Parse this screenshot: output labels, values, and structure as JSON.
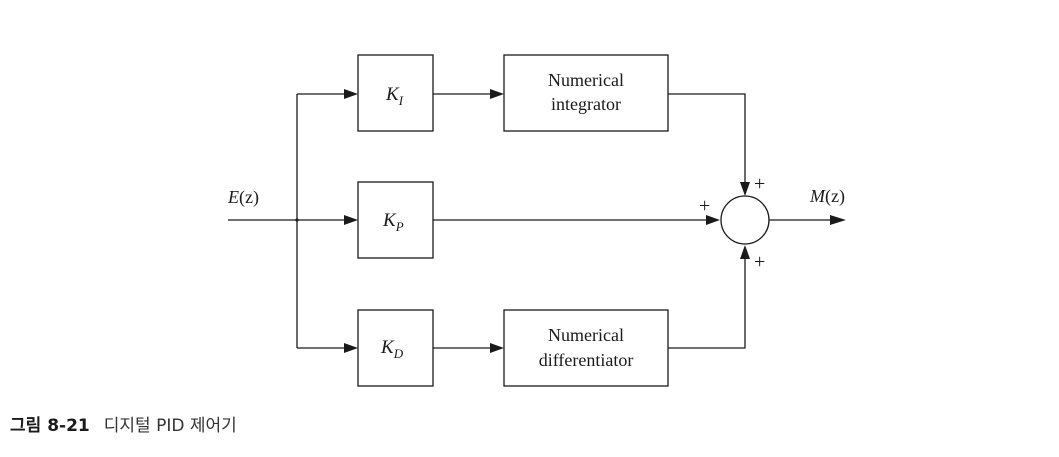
{
  "caption": {
    "label": "그림 8-21",
    "title": "디지털 PID 제어기"
  },
  "signals": {
    "input": {
      "name": "E",
      "arg": "(z)"
    },
    "output": {
      "name": "M",
      "arg": "(z)"
    }
  },
  "blocks": {
    "ki": {
      "gain": "K",
      "sub": "I"
    },
    "kp": {
      "gain": "K",
      "sub": "P"
    },
    "kd": {
      "gain": "K",
      "sub": "D"
    },
    "integrator": {
      "line1": "Numerical",
      "line2": "integrator"
    },
    "differentiator": {
      "line1": "Numerical",
      "line2": "differentiator"
    }
  },
  "summing_junction": {
    "sign_top": "+",
    "sign_left": "+",
    "sign_bottom": "+"
  }
}
